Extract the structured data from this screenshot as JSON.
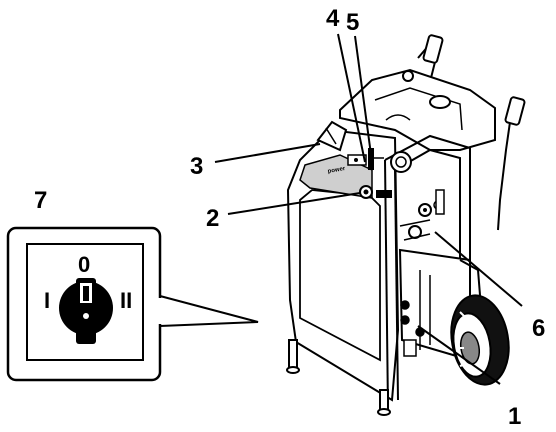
{
  "callouts": [
    {
      "id": "1",
      "label": "1"
    },
    {
      "id": "2",
      "label": "2"
    },
    {
      "id": "3",
      "label": "3"
    },
    {
      "id": "4",
      "label": "4"
    },
    {
      "id": "5",
      "label": "5"
    },
    {
      "id": "6",
      "label": "6"
    },
    {
      "id": "7",
      "label": "7"
    }
  ],
  "switch_positions": {
    "off": "0",
    "position_one": "I",
    "position_two": "II"
  },
  "panel_brand": "power",
  "colors": {
    "ink": "#000000",
    "panel_band": "#cfcfcf",
    "background": "#ffffff"
  }
}
